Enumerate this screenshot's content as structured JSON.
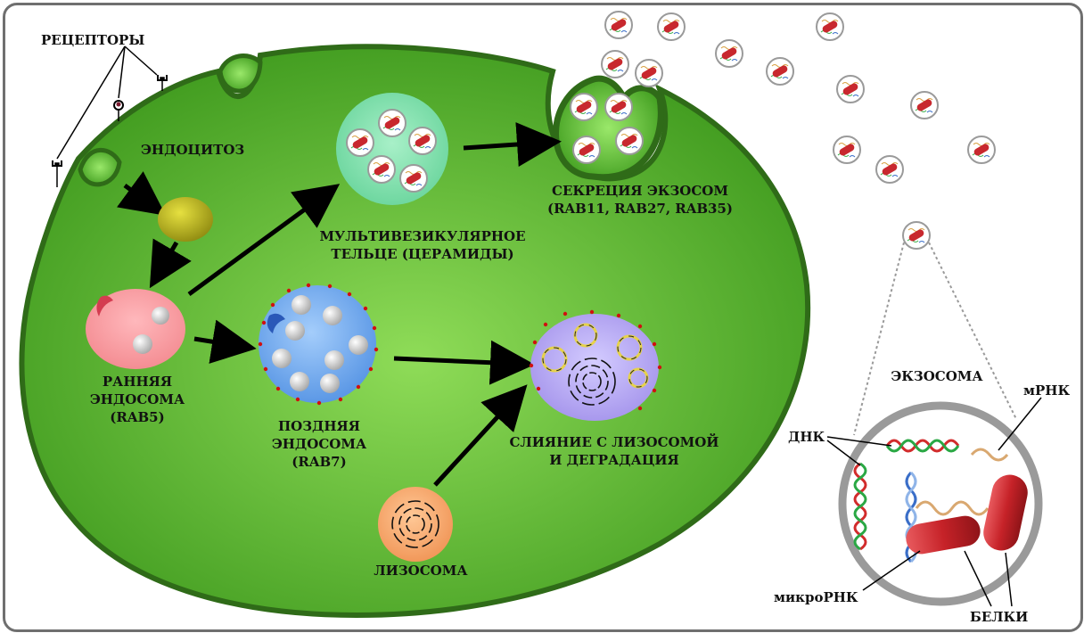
{
  "labels": {
    "receptors": "РЕЦЕПТОРЫ",
    "endocytosis": "ЭНДОЦИТОЗ",
    "mvb_line1": "МУЛЬТИВЕЗИКУЛЯРНОЕ",
    "mvb_line2": "ТЕЛЬЦЕ (ЦЕРАМИДЫ)",
    "secretion_line1": "СЕКРЕЦИЯ ЭКЗОСОМ",
    "secretion_line2": "(RAB11, RAB27, RAB35)",
    "early_line1": "РАННЯЯ",
    "early_line2": "ЭНДОСОМА",
    "early_line3": "(RAB5)",
    "late_line1": "ПОЗДНЯЯ",
    "late_line2": "ЭНДОСОМА",
    "late_line3": "(RAB7)",
    "fusion_line1": "СЛИЯНИЕ С ЛИЗОСОМОЙ",
    "fusion_line2": "И ДЕГРАДАЦИЯ",
    "lysosome": "ЛИЗОСОМА",
    "exosome": "ЭКЗОСОМА",
    "dna": "ДНК",
    "mrna": "мРНК",
    "mirna": "микроРНК",
    "proteins": "БЕЛКИ"
  },
  "colors": {
    "cell_fill": "#5ab82a",
    "cell_border": "#2f6b18",
    "early_endosome": "#f79aa0",
    "late_endosome": "#6ea8f0",
    "mvb": "#7fe0a8",
    "lysosome": "#f6a36b",
    "fusion": "#b8a8f2",
    "protein": "#c8282e",
    "exosome_border": "#9a9a9a"
  }
}
